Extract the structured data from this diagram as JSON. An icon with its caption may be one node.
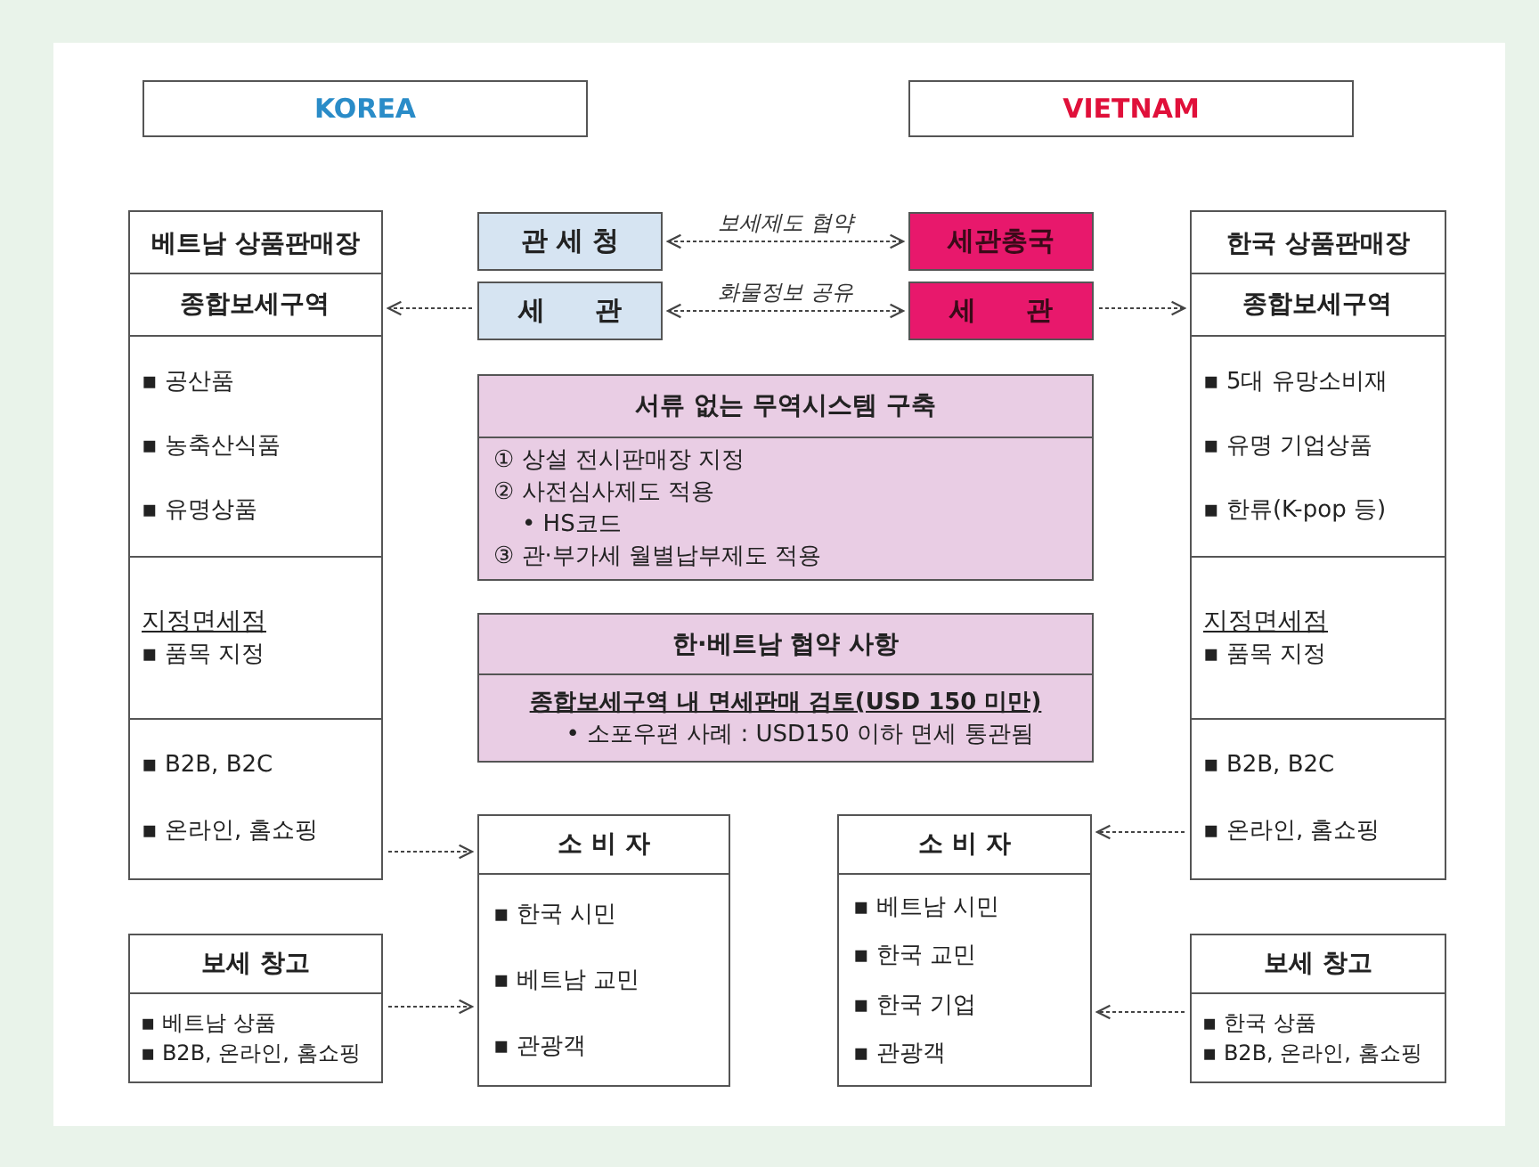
{
  "diagram": {
    "nodes": [
      {
        "text": [
          "KOREA"
        ]
      },
      {
        "text": [
          "VIETNAM"
        ]
      },
      {
        "text": [
          "베트남 상품판매장"
        ]
      },
      {
        "text": [
          "종합보세구역"
        ],
        "in": 2
      },
      {
        "text": [
          "▪ 공산품",
          "▪ 농축산식품",
          "▪ 유명상품"
        ],
        "in": 2
      },
      {
        "text": [
          "지정면세점",
          "▪ 품목 지정"
        ],
        "in": 2
      },
      {
        "text": [
          "▪ B2B, B2C",
          "▪ 온라인, 홈쇼핑"
        ],
        "in": 2
      },
      {
        "text": [
          "관 세 청"
        ]
      },
      {
        "text": [
          "세 관"
        ]
      },
      {
        "text": [
          "세관총국"
        ]
      },
      {
        "text": [
          "세 관"
        ]
      },
      {
        "text": [
          "서류 없는 무역시스템 구축",
          "① 상설 전시판매장 지정",
          "② 사전심사제도 적용",
          "• HS코드",
          "③ 관·부가세 월별납부제도 적용"
        ]
      },
      {
        "text": [
          "한·베트남 협약 사항",
          "종합보세구역 내 면세판매 검토(USD 150 미만)",
          "• 소포우편 사례 : USD150 이하 면세 통관됨"
        ]
      },
      {
        "text": [
          "한국 상품판매장"
        ]
      },
      {
        "text": [
          "종합보세구역"
        ],
        "in": 13
      },
      {
        "text": [
          "▪ 5대 유망소비재",
          "▪ 유명 기업상품",
          "▪ 한류(K-pop 등)"
        ],
        "in": 13
      },
      {
        "text": [
          "지정면세점",
          "▪ 품목 지정"
        ],
        "in": 13
      },
      {
        "text": [
          "▪ B2B, B2C",
          "▪ 온라인, 홈쇼핑"
        ],
        "in": 13
      },
      {
        "text": [
          "보세 창고",
          "▪ 베트남 상품",
          "▪ B2B, 온라인, 홈쇼핑"
        ]
      },
      {
        "text": [
          "소 비 자",
          "▪ 한국 시민",
          "▪ 베트남 교민",
          "▪ 관광객"
        ]
      },
      {
        "text": [
          "소 비 자",
          "▪ 베트남 시민",
          "▪ 한국 교민",
          "▪ 한국 기업",
          "▪ 관광객"
        ]
      },
      {
        "text": [
          "보세 창고",
          "▪ 한국 상품",
          "▪ B2B, 온라인, 홈쇼핑"
        ]
      }
    ],
    "edges": [
      {
        "from": 7,
        "to": 9,
        "arrow": "both",
        "label": "보세제도 협약"
      },
      {
        "from": 8,
        "to": 10,
        "arrow": "both",
        "label": "화물정보 공유"
      },
      {
        "from": 8,
        "to": 3,
        "arrow": "to"
      },
      {
        "from": 10,
        "to": 14,
        "arrow": "to"
      },
      {
        "from": 6,
        "to": 19,
        "arrow": "to"
      },
      {
        "from": 18,
        "to": 19,
        "arrow": "to"
      },
      {
        "from": 17,
        "to": 20,
        "arrow": "to"
      },
      {
        "from": 21,
        "to": 20,
        "arrow": "to"
      }
    ]
  }
}
